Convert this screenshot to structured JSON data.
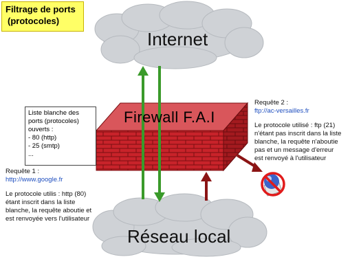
{
  "title": {
    "line1": "Filtrage de ports",
    "line2": "(protocoles)"
  },
  "clouds": {
    "top": "Internet",
    "bottom": "Réseau local"
  },
  "firewall": {
    "label": "Firewall F.A.I"
  },
  "whitelist": {
    "lines": [
      "Liste blanche des",
      "ports (protocoles)",
      "ouverts :",
      "- 80 (http)",
      "- 25 (smtp)",
      "..."
    ]
  },
  "request1": {
    "heading": "Requête 1 :",
    "url": "http://www.google.fr",
    "lines": [
      "Le protocole utilis : http (80)",
      "étant inscrit dans la liste",
      "blanche, la requête aboutie et",
      "est renvoyée vers l'utilisateur"
    ]
  },
  "request2": {
    "heading": "Requête 2 :",
    "url": "ftp://ac-versailles.fr",
    "lines": [
      "Le protocole utilisé : ftp (21)",
      "n'étant pas inscrit dans la liste",
      "blanche, la requête n'aboutie",
      "pas et un message d'erreur",
      "est renvoyé à l'utilisateur"
    ]
  },
  "icons": {
    "error": "no-entry-error-icon"
  },
  "colors": {
    "title_bg": "#ffff66",
    "brick": "#b81c22",
    "green_arrow": "#3a9a2a",
    "red_arrow": "#8b1414",
    "cloud": "#cfd2d6",
    "link": "#1f4fbf"
  }
}
